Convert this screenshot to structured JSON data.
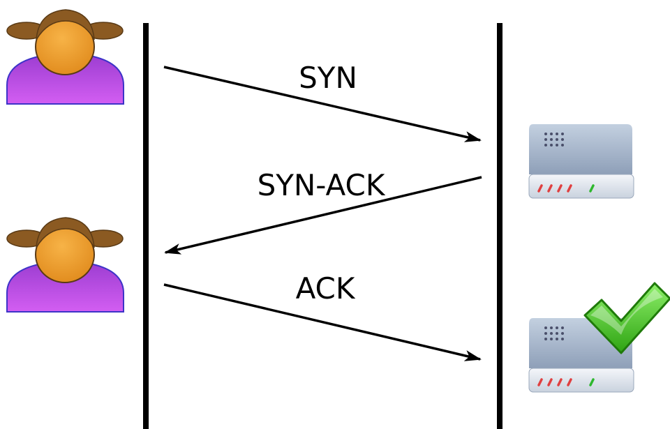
{
  "messages": [
    {
      "label": "SYN",
      "direction": "client-to-server"
    },
    {
      "label": "SYN-ACK",
      "direction": "server-to-client"
    },
    {
      "label": "ACK",
      "direction": "client-to-server"
    }
  ],
  "icons": {
    "client": "user-icon",
    "server": "server-icon",
    "success": "checkmark-icon"
  },
  "colors": {
    "line": "#000000",
    "person_body": "#cc55ee",
    "person_face": "#f2a32f",
    "person_hair": "#8b5a22",
    "server_body": "#a9b8cc",
    "check": "#3cbf1e"
  }
}
